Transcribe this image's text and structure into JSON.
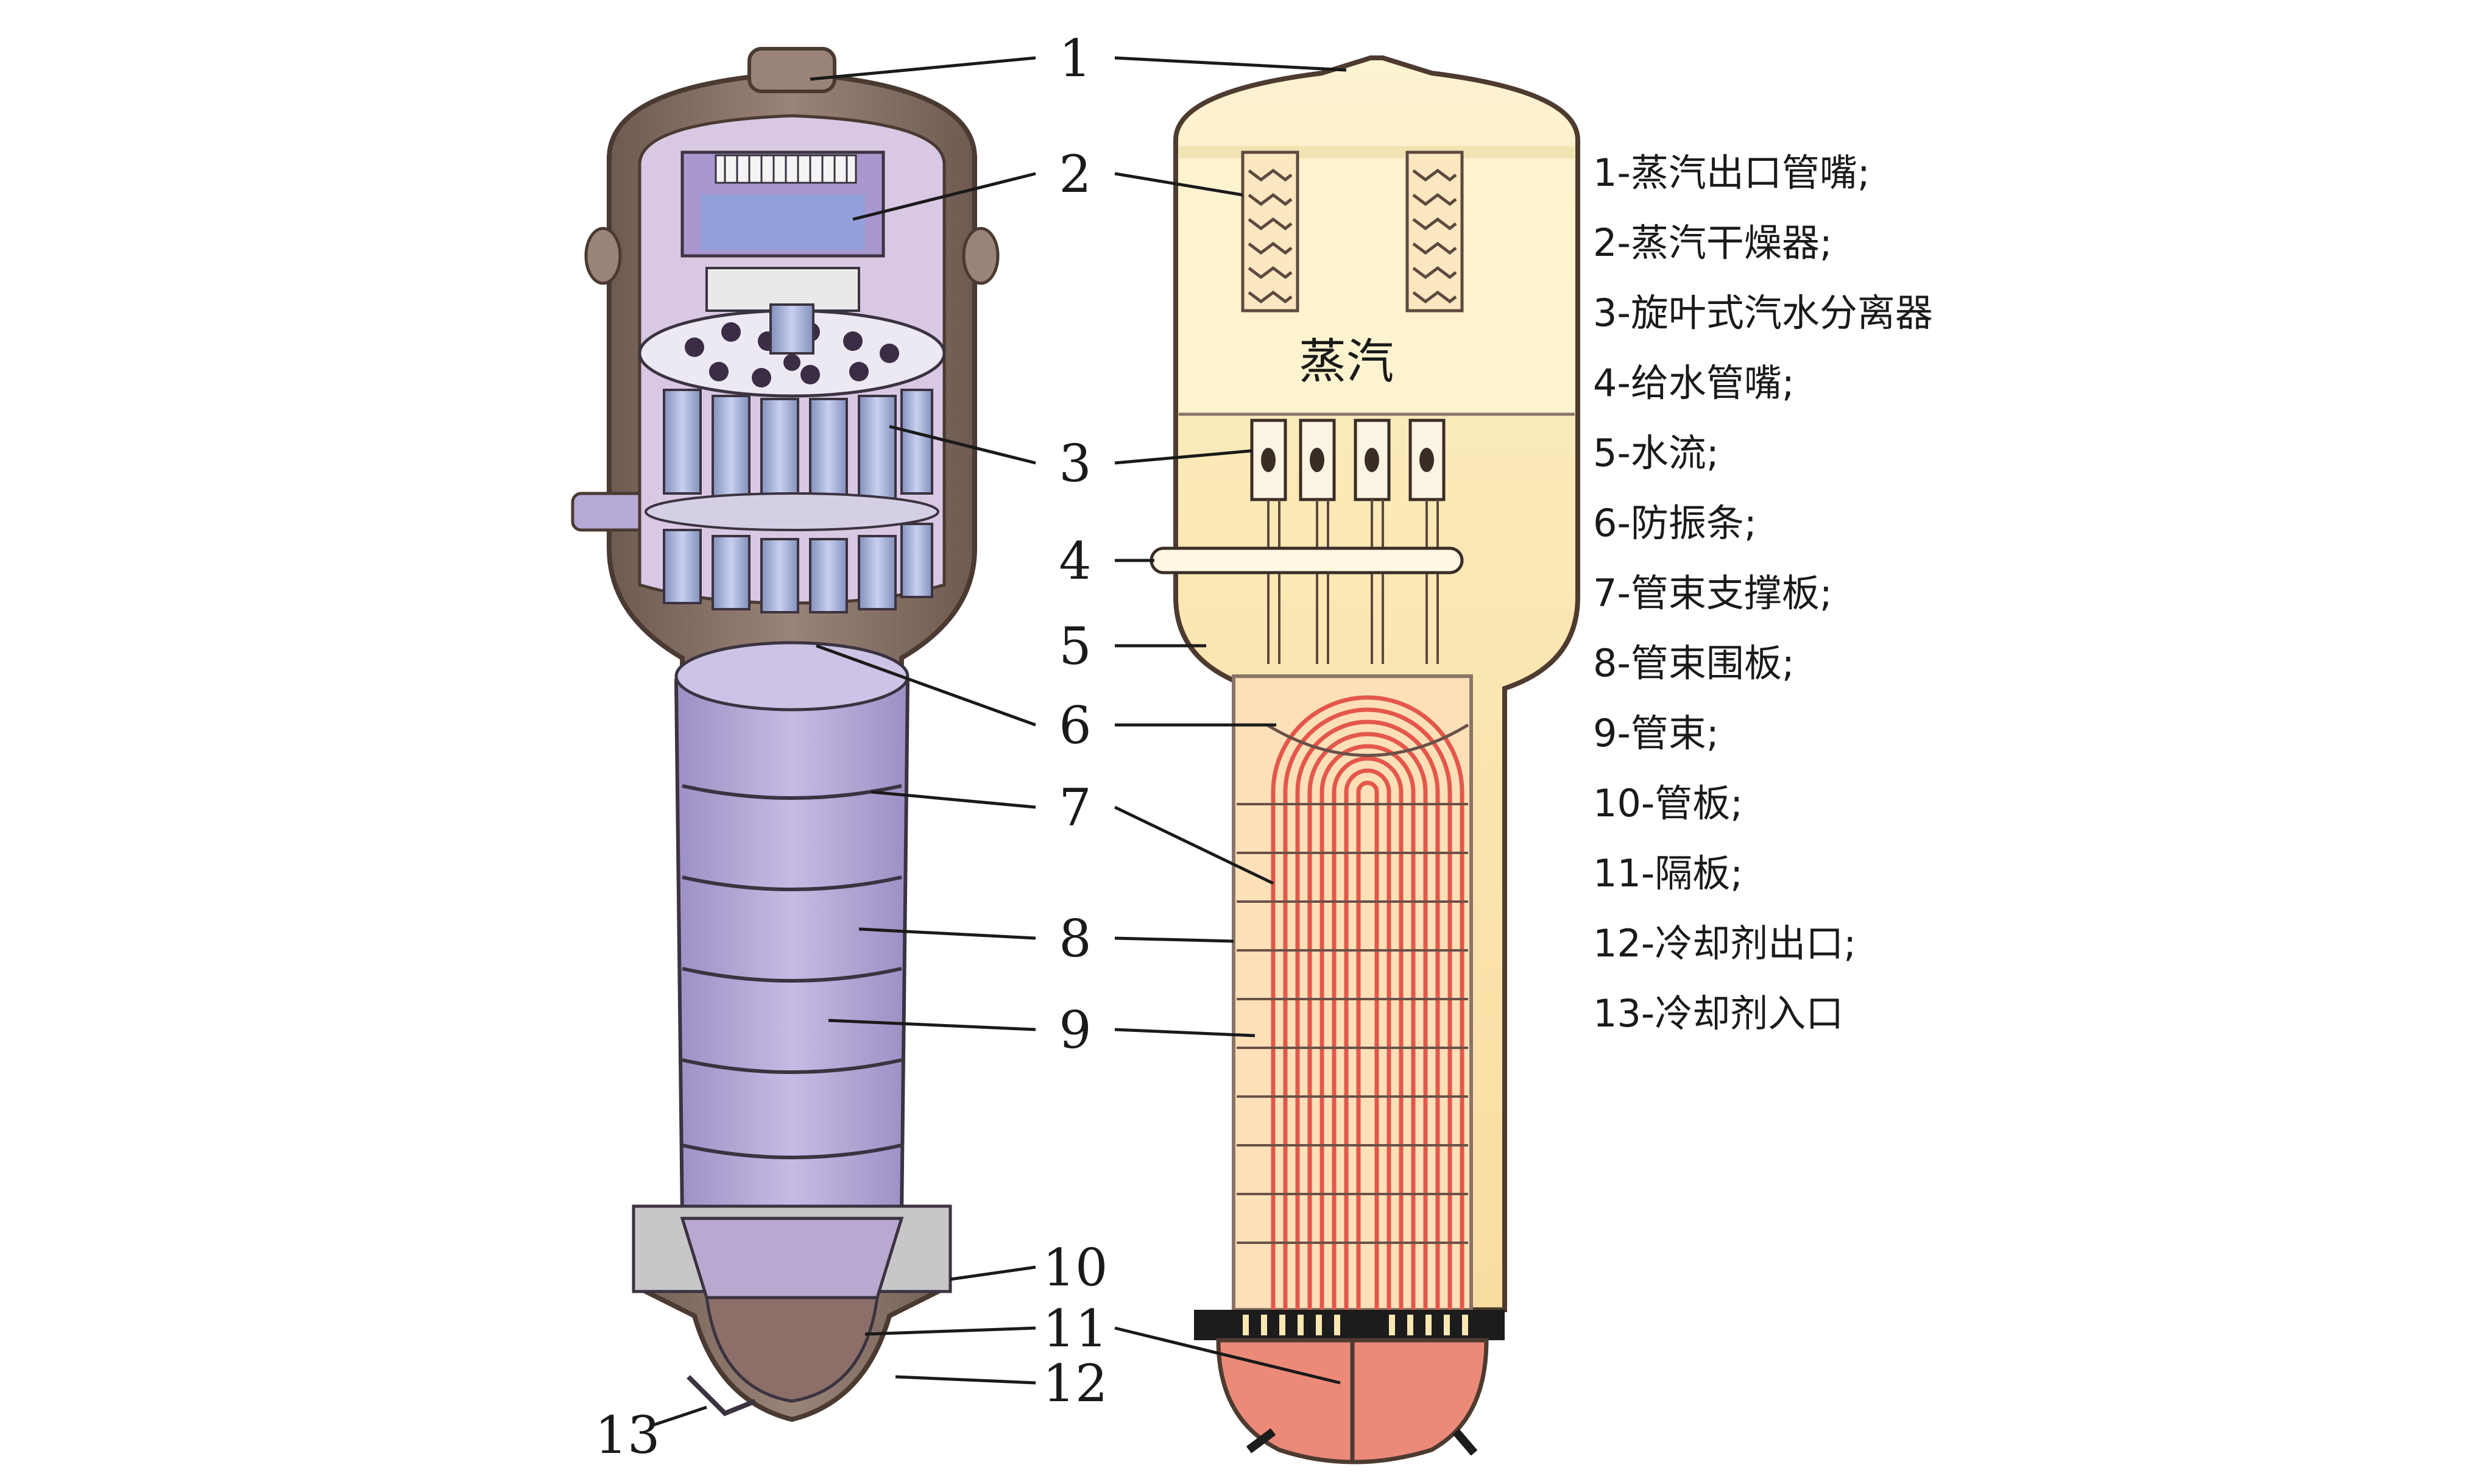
{
  "callouts": [
    "1",
    "2",
    "3",
    "4",
    "5",
    "6",
    "7",
    "8",
    "9",
    "10",
    "11",
    "12",
    "13"
  ],
  "steam_label": "蒸汽",
  "legend": [
    "1-蒸汽出口管嘴;",
    "2-蒸汽干燥器;",
    "3-旋叶式汽水分离器",
    "4-给水管嘴;",
    "5-水流;",
    "6-防振条;",
    "7-管束支撑板;",
    "8-管束围板;",
    "9-管束;",
    "10-管板;",
    "11-隔板;",
    "12-冷却剂出口;",
    "13-冷却剂入口"
  ],
  "colors": {
    "shell": "#8a7468",
    "shell_dark": "#5c4a40",
    "interior_purple": "#b7a9d6",
    "steam_zone": "#fbf0c6",
    "water_zone": "#fbe7b2",
    "tube_red": "#e4574a",
    "plenum_red": "#ec8a7a",
    "tubesheet": "#1c1c1c"
  }
}
